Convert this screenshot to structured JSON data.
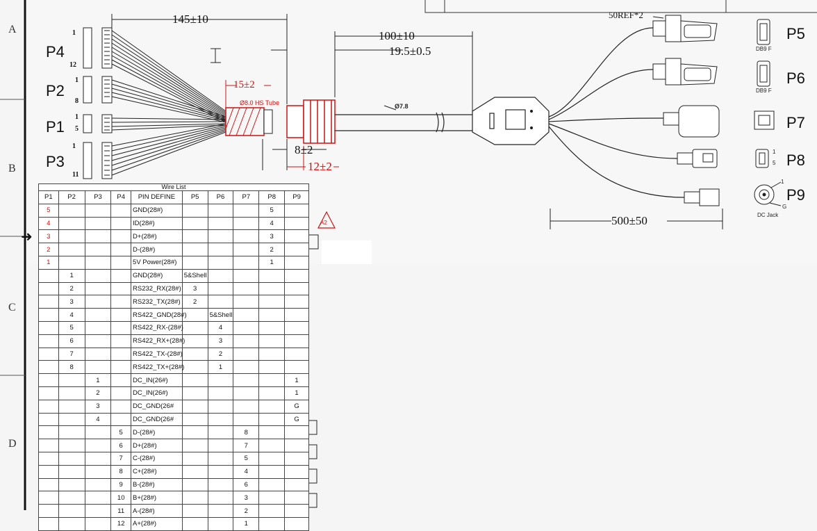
{
  "zones": [
    "A",
    "B",
    "C",
    "D"
  ],
  "left_connectors": [
    {
      "label": "P4",
      "pin_first": "1",
      "pin_last": "12"
    },
    {
      "label": "P2",
      "pin_first": "1",
      "pin_last": "8"
    },
    {
      "label": "P1",
      "pin_first": "1",
      "pin_last": "5"
    },
    {
      "label": "P3",
      "pin_first": "1",
      "pin_last": "11"
    }
  ],
  "right_connectors": [
    {
      "label": "P5",
      "type": "DB9 F"
    },
    {
      "label": "P6",
      "type": "DB9 F"
    },
    {
      "label": "P7",
      "type": ""
    },
    {
      "label": "P8",
      "type": ""
    },
    {
      "label": "P9",
      "type": "DC Jack"
    }
  ],
  "dc_jack_pins": {
    "center": "1",
    "ground": "G"
  },
  "p8_pins": {
    "top": "1",
    "bottom": "5"
  },
  "dimensions": {
    "length_left": "145±10",
    "length_mid": "100±10",
    "length_mid2": "19.5±0.5",
    "ref": "50REF*2",
    "heat_shrink": "15±2",
    "tube": "Ø8.0 HS Tube",
    "cable_dia": "Ø7.8",
    "overmold": "8±2",
    "boot": "12±2",
    "branch_length": "500±50"
  },
  "revision": "A2",
  "wire_table": {
    "caption": "Wire List",
    "headers": [
      "P1",
      "P2",
      "P3",
      "P4",
      "PIN DEFINE",
      "P5",
      "P6",
      "P7",
      "P8",
      "P9"
    ],
    "rows": [
      [
        "5",
        "",
        "",
        "",
        "GND(28#)",
        "",
        "",
        "",
        "5",
        ""
      ],
      [
        "4",
        "",
        "",
        "",
        "ID(28#)",
        "",
        "",
        "",
        "4",
        ""
      ],
      [
        "3",
        "",
        "",
        "",
        "D+(28#)",
        "",
        "",
        "",
        "3",
        ""
      ],
      [
        "2",
        "",
        "",
        "",
        "D-(28#)",
        "",
        "",
        "",
        "2",
        ""
      ],
      [
        "1",
        "",
        "",
        "",
        "5V Power(28#)",
        "",
        "",
        "",
        "1",
        ""
      ],
      [
        "",
        "1",
        "",
        "",
        "GND(28#)",
        "5&Shell",
        "",
        "",
        "",
        ""
      ],
      [
        "",
        "2",
        "",
        "",
        "RS232_RX(28#)",
        "3",
        "",
        "",
        "",
        ""
      ],
      [
        "",
        "3",
        "",
        "",
        "RS232_TX(28#)",
        "2",
        "",
        "",
        "",
        ""
      ],
      [
        "",
        "4",
        "",
        "",
        "RS422_GND(28#)",
        "",
        "5&Shell",
        "",
        "",
        ""
      ],
      [
        "",
        "5",
        "",
        "",
        "RS422_RX-(28#)",
        "",
        "4",
        "",
        "",
        ""
      ],
      [
        "",
        "6",
        "",
        "",
        "RS422_RX+(28#)",
        "",
        "3",
        "",
        "",
        ""
      ],
      [
        "",
        "7",
        "",
        "",
        "RS422_TX-(28#)",
        "",
        "2",
        "",
        "",
        ""
      ],
      [
        "",
        "8",
        "",
        "",
        "RS422_TX+(28#)",
        "",
        "1",
        "",
        "",
        ""
      ],
      [
        "",
        "",
        "1",
        "",
        "DC_IN(26#)",
        "",
        "",
        "",
        "",
        "1"
      ],
      [
        "",
        "",
        "2",
        "",
        "DC_IN(26#)",
        "",
        "",
        "",
        "",
        "1"
      ],
      [
        "",
        "",
        "3",
        "",
        "DC_GND(26#",
        "",
        "",
        "",
        "",
        "G"
      ],
      [
        "",
        "",
        "4",
        "",
        "DC_GND(26#",
        "",
        "",
        "",
        "",
        "G"
      ],
      [
        "",
        "",
        "",
        "5",
        "D-(28#)",
        "",
        "",
        "8",
        "",
        ""
      ],
      [
        "",
        "",
        "",
        "6",
        "D+(28#)",
        "",
        "",
        "7",
        "",
        ""
      ],
      [
        "",
        "",
        "",
        "7",
        "C-(28#)",
        "",
        "",
        "5",
        "",
        ""
      ],
      [
        "",
        "",
        "",
        "8",
        "C+(28#)",
        "",
        "",
        "4",
        "",
        ""
      ],
      [
        "",
        "",
        "",
        "9",
        "B-(28#)",
        "",
        "",
        "6",
        "",
        ""
      ],
      [
        "",
        "",
        "",
        "10",
        "B+(28#)",
        "",
        "",
        "3",
        "",
        ""
      ],
      [
        "",
        "",
        "",
        "11",
        "A-(28#)",
        "",
        "",
        "2",
        "",
        ""
      ],
      [
        "",
        "",
        "",
        "12",
        "A+(28#)",
        "",
        "",
        "1",
        "",
        ""
      ]
    ]
  }
}
